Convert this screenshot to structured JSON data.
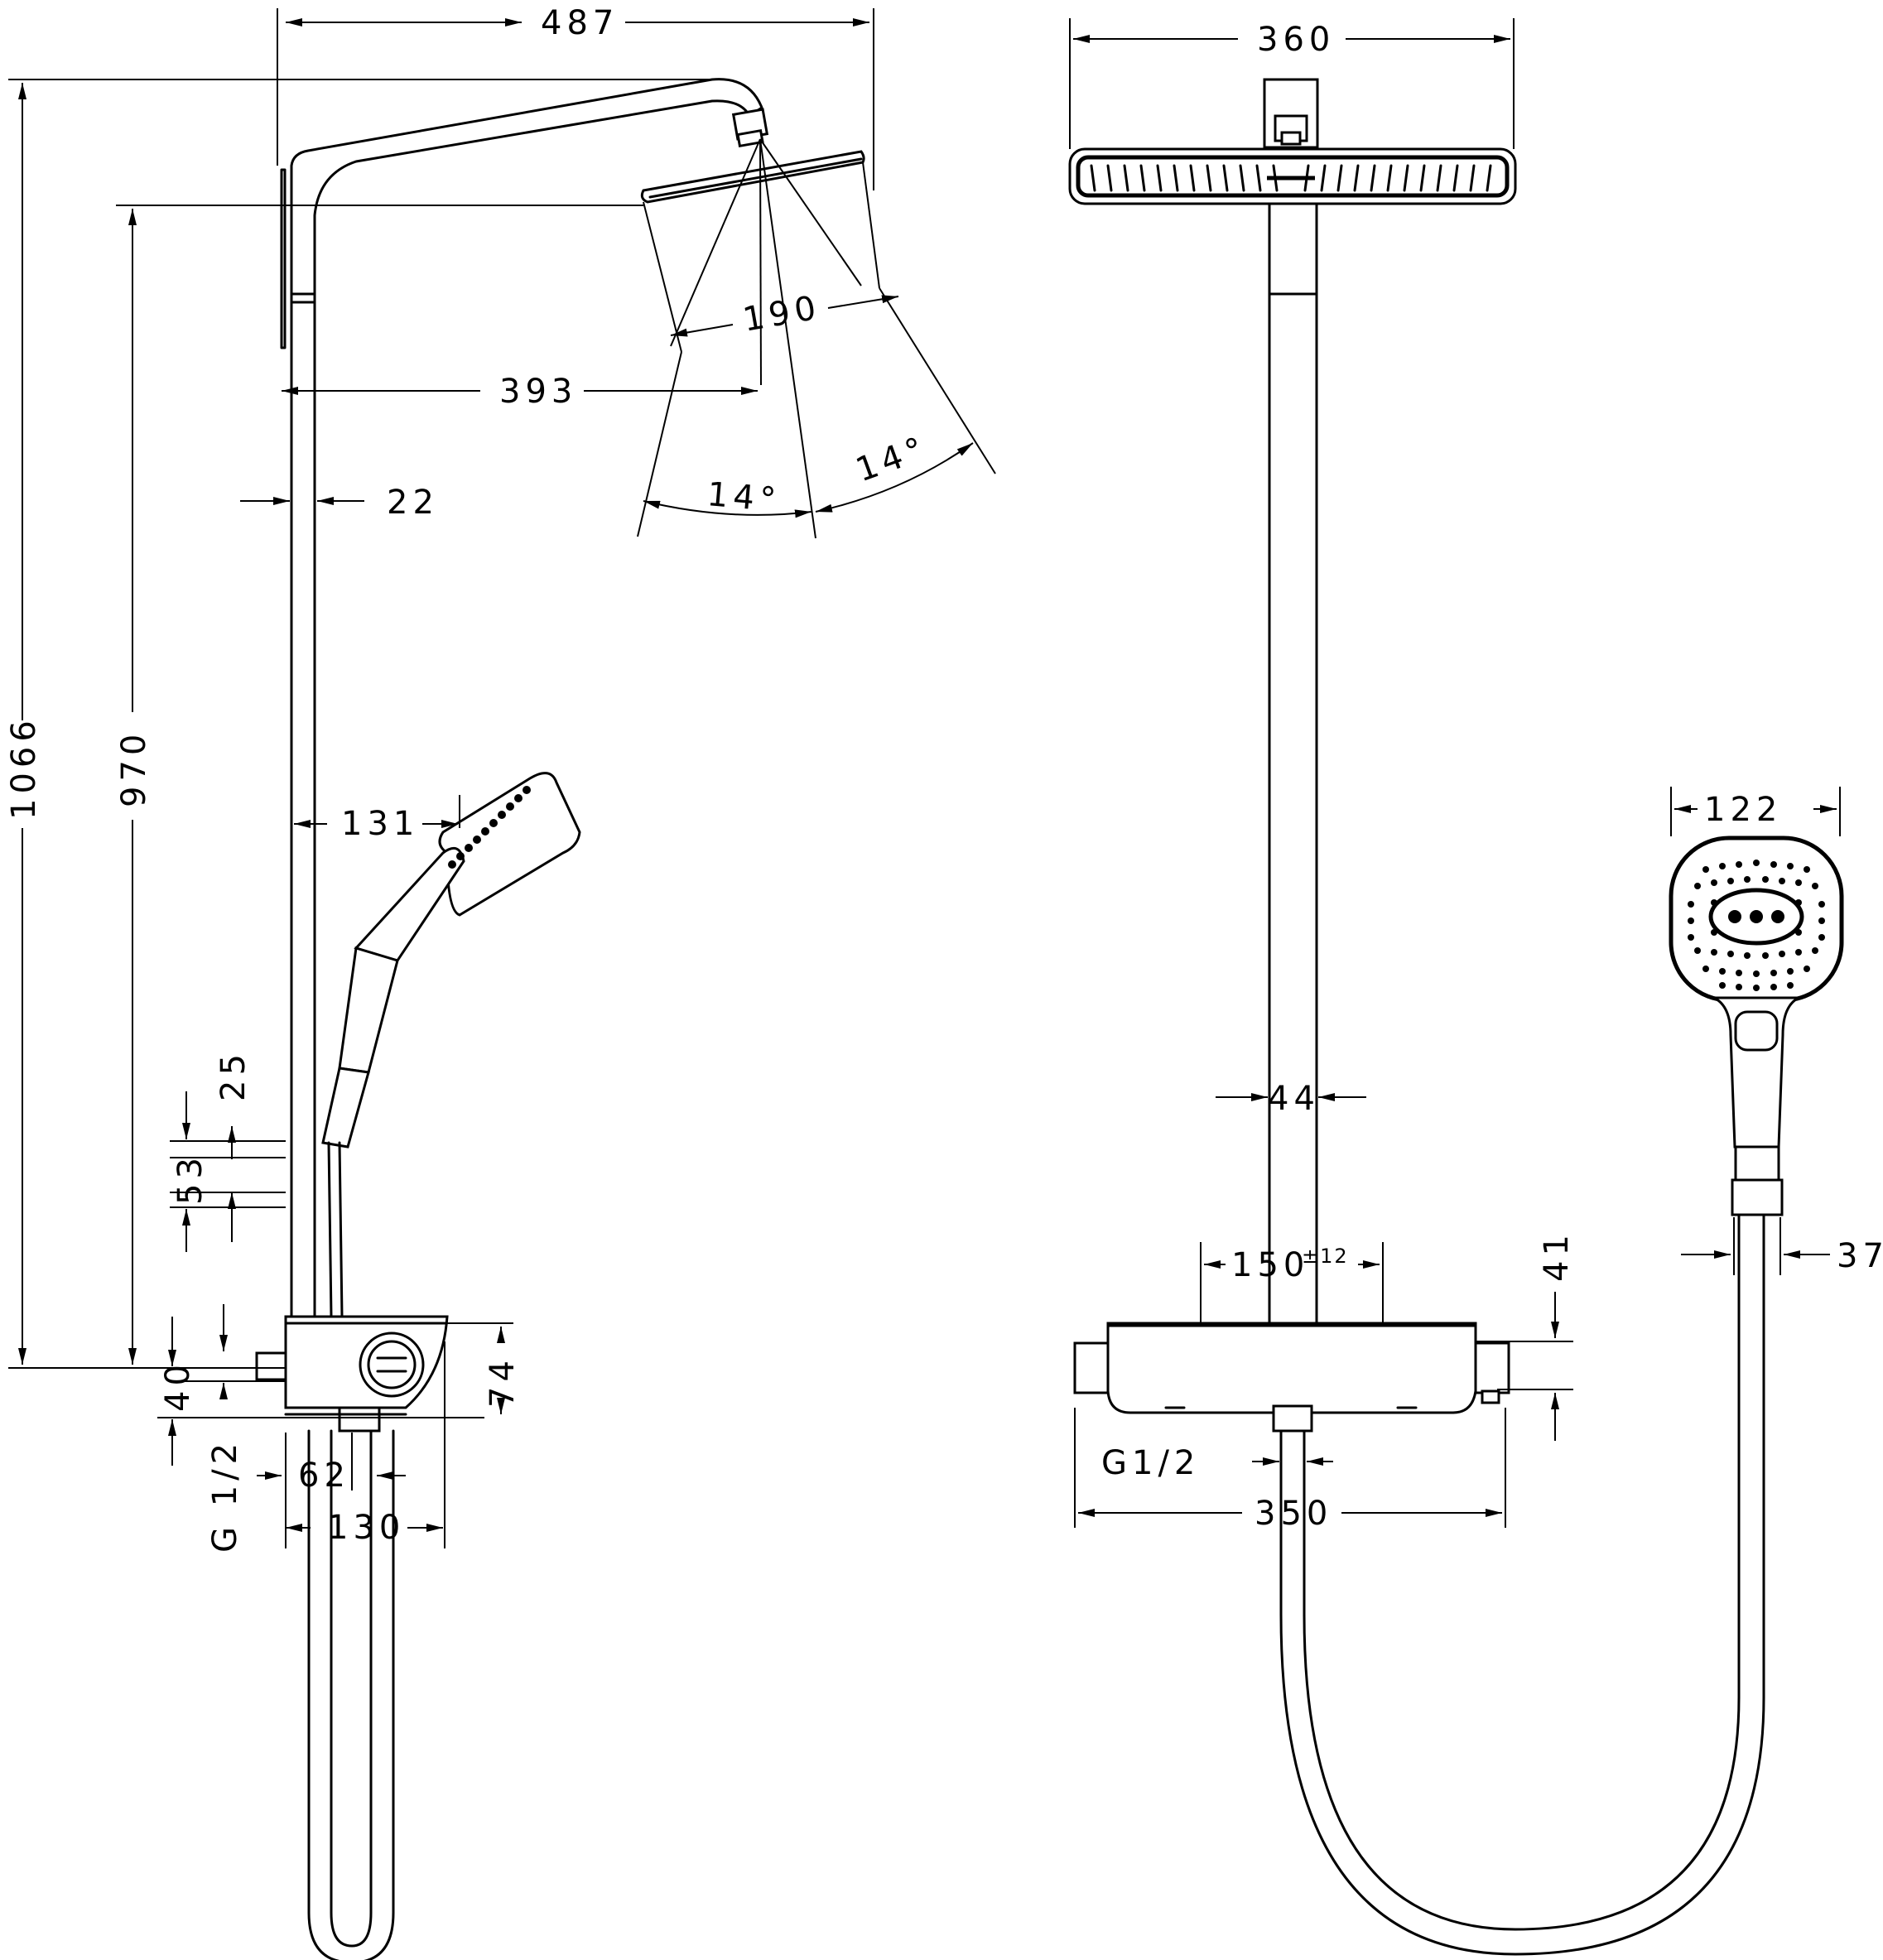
{
  "side_view": {
    "dim_width_total": "487",
    "dim_height_total": "1066",
    "dim_height_head": "970",
    "dim_head_diameter": "190",
    "dim_arm_reach": "393",
    "dim_bar_width": "22",
    "dim_angle_left": "14°",
    "dim_angle_right": "14°",
    "dim_handshower_offset": "131",
    "dim_holder_top": "25",
    "dim_holder_spacing": "53",
    "dim_thermostat_top": "40",
    "dim_thermostat_height": "74",
    "dim_inlet_spacing": "62",
    "dim_thermostat_depth": "130",
    "dim_inlet_thread": "G 1/2"
  },
  "front_view": {
    "dim_head_width": "360",
    "dim_bar_diameter": "44",
    "dim_inlet_spacing": "150",
    "dim_inlet_tolerance": "±12",
    "dim_thermostat_height": "41",
    "dim_outlet_thread": "G1/2",
    "dim_thermostat_width": "350"
  },
  "handshower_view": {
    "dim_head_width": "122",
    "dim_holder_width": "37"
  }
}
